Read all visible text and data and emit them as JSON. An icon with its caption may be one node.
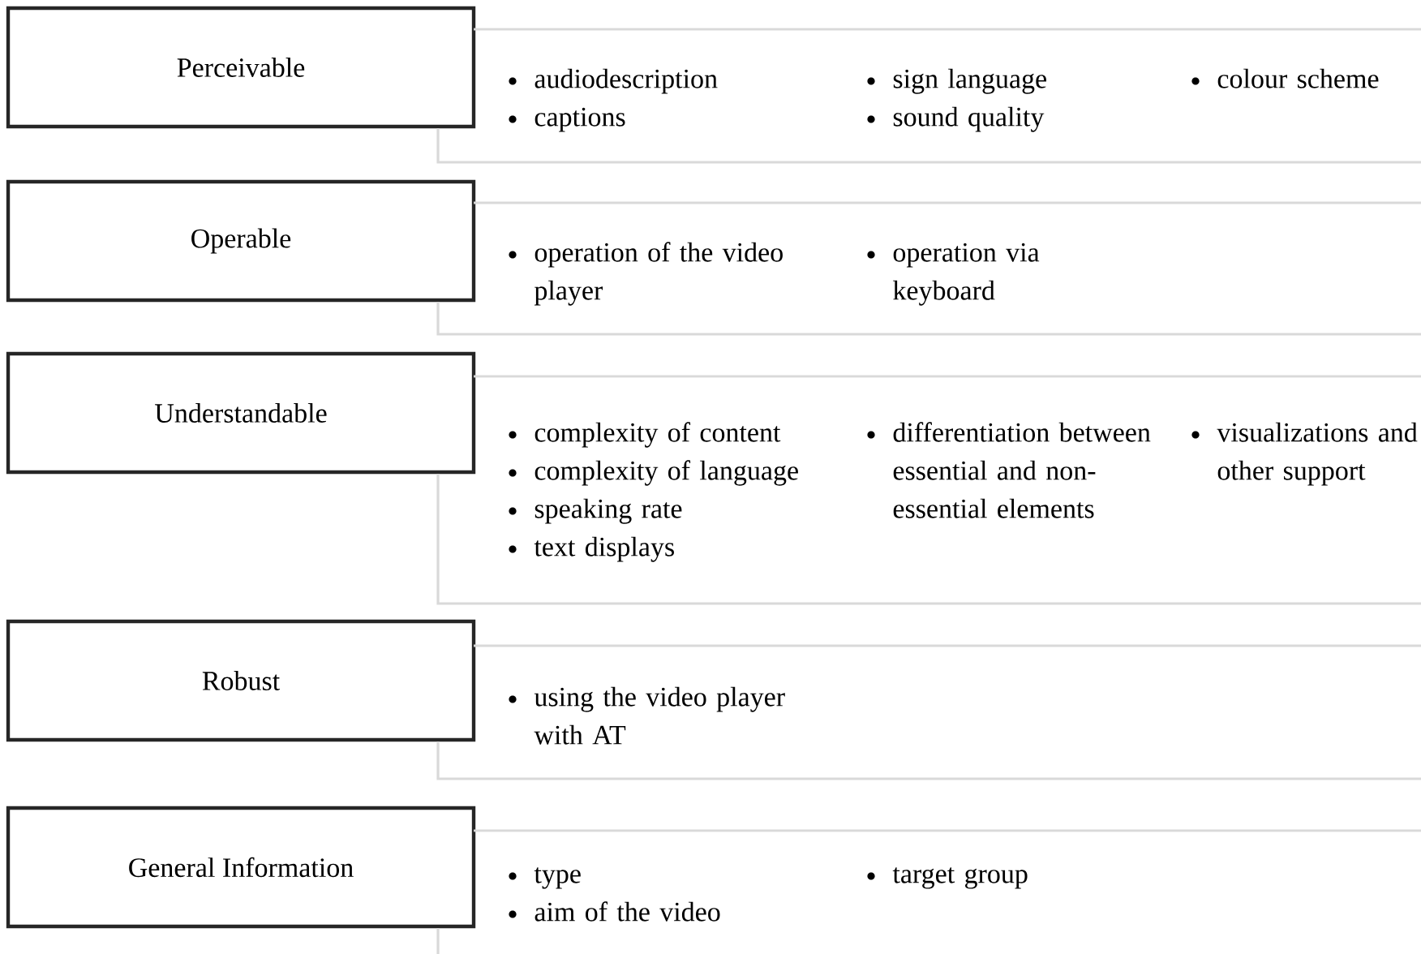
{
  "diagram": {
    "nodes": [
      {
        "text": [
          "Perceivable"
        ]
      },
      {
        "text": [
          "audiodescription",
          "captions",
          "sign language",
          "sound quality",
          "colour scheme"
        ]
      },
      {
        "text": [
          "Operable"
        ]
      },
      {
        "text": [
          "operation of the video player",
          "operation via keyboard"
        ]
      },
      {
        "text": [
          "Understandable"
        ]
      },
      {
        "text": [
          "complexity of content",
          "complexity of language",
          "speaking rate",
          "text displays",
          "differentiation between essential and non-essential elements",
          "visualizations and other support"
        ]
      },
      {
        "text": [
          "Robust"
        ]
      },
      {
        "text": [
          "using the video player with AT"
        ]
      },
      {
        "text": [
          "General Information"
        ]
      },
      {
        "text": [
          "type",
          "aim of the video",
          "target group"
        ]
      }
    ]
  }
}
